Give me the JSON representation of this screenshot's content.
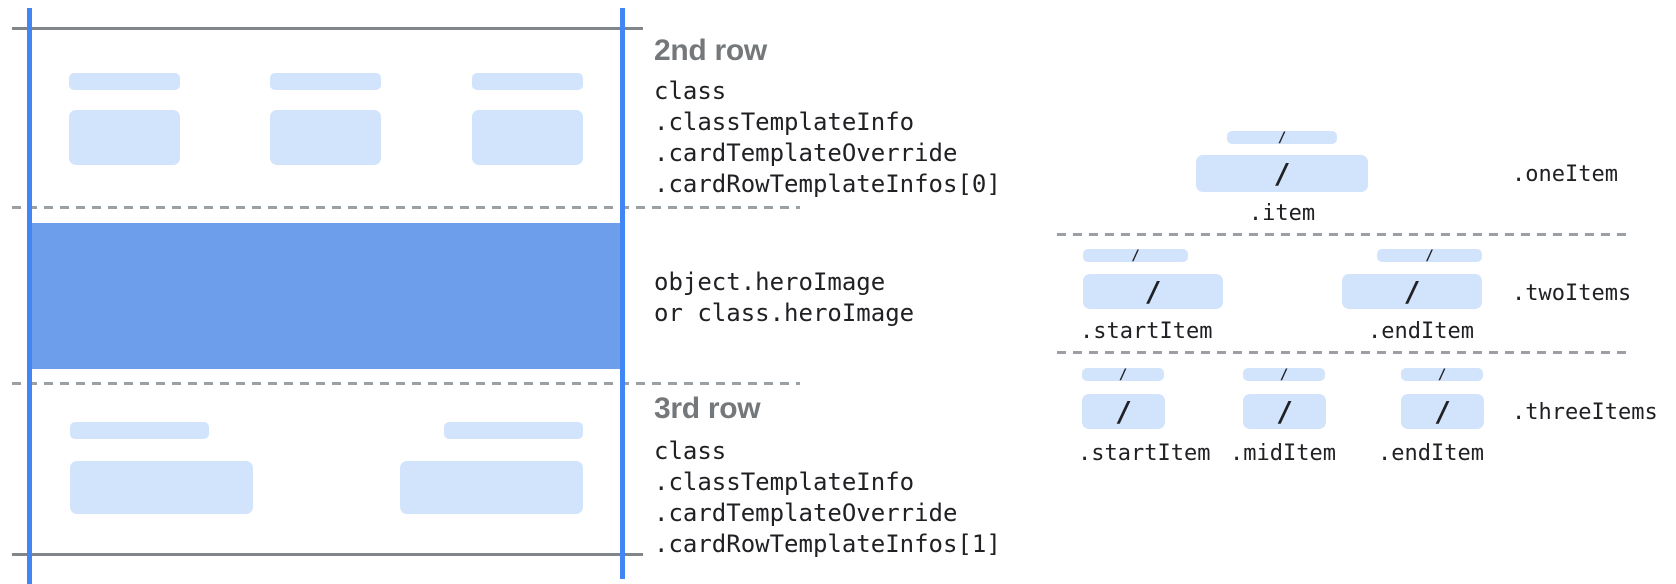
{
  "diagram": {
    "card": {
      "second_row": {
        "heading": "2nd row",
        "code": [
          "class",
          ".classTemplateInfo",
          ".cardTemplateOverride",
          ".cardRowTemplateInfos[0]"
        ]
      },
      "hero_band": {
        "code": [
          "object.heroImage",
          "or class.heroImage"
        ]
      },
      "third_row": {
        "heading": "3rd row",
        "code": [
          "class",
          ".classTemplateInfo",
          ".cardTemplateOverride",
          ".cardRowTemplateInfos[1]"
        ]
      }
    },
    "item_layouts": [
      {
        "name": ".oneItem",
        "item_labels": [
          ".item"
        ]
      },
      {
        "name": ".twoItems",
        "item_labels": [
          ".startItem",
          ".endItem"
        ]
      },
      {
        "name": ".threeItems",
        "item_labels": [
          ".startItem",
          ".midItem",
          ".endItem"
        ]
      }
    ],
    "glyphs": {
      "slash": "/"
    },
    "colors": {
      "placeholder_blue": "#d2e3fc",
      "hero_blue": "#6d9eeb",
      "guide_blue": "#4285f4",
      "line_gray": "#80868b",
      "dash_gray": "#9aa0a6",
      "heading_gray": "#75787b",
      "code_dark": "#202124"
    }
  }
}
